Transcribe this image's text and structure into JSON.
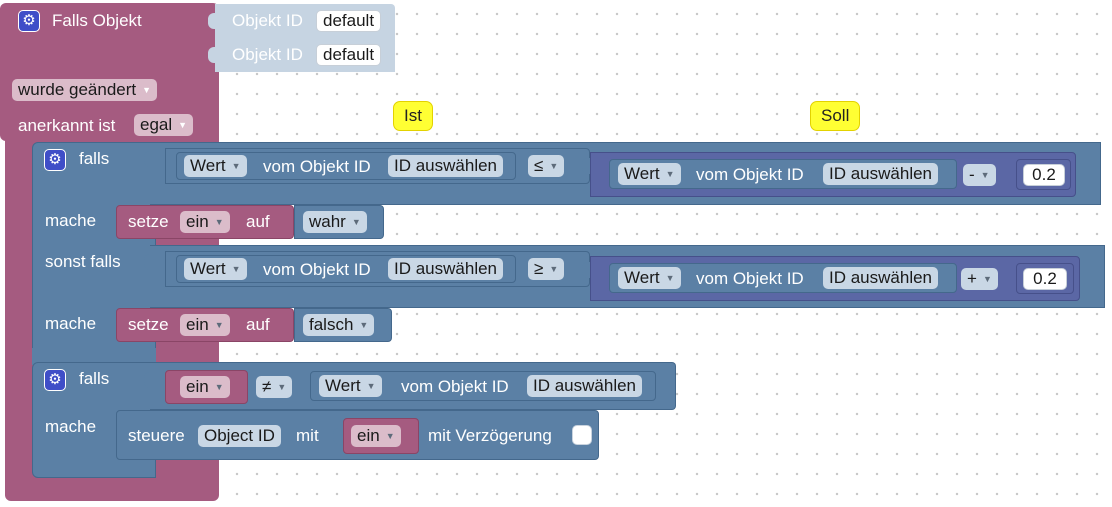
{
  "trigger": {
    "title": "Falls Objekt",
    "object_id_label_1": "Objekt ID",
    "object_id_value_1": "default",
    "object_id_label_2": "Objekt ID",
    "object_id_value_2": "default",
    "changed_dropdown": "wurde geändert",
    "ack_label": "anerkannt ist",
    "ack_dropdown": "egal"
  },
  "comments": {
    "ist": "Ist",
    "soll": "Soll"
  },
  "if1": {
    "if_label": "falls",
    "left": {
      "prop": "Wert",
      "of": "vom Objekt ID",
      "id": "ID auswählen"
    },
    "operator": "≤",
    "right": {
      "prop": "Wert",
      "of": "vom Objekt ID",
      "id": "ID auswählen",
      "op": "-",
      "num": "0.2"
    },
    "do_label": "mache",
    "set": {
      "label": "setze",
      "var": "ein",
      "to": "auf",
      "value": "wahr"
    },
    "elseif_label": "sonst falls",
    "left2": {
      "prop": "Wert",
      "of": "vom Objekt ID",
      "id": "ID auswählen"
    },
    "operator2": "≥",
    "right2": {
      "prop": "Wert",
      "of": "vom Objekt ID",
      "id": "ID auswählen",
      "op": "+",
      "num": "0.2"
    },
    "do_label2": "mache",
    "set2": {
      "label": "setze",
      "var": "ein",
      "to": "auf",
      "value": "falsch"
    }
  },
  "if2": {
    "if_label": "falls",
    "var": "ein",
    "operator": "≠",
    "right": {
      "prop": "Wert",
      "of": "vom Objekt ID",
      "id": "ID auswählen"
    },
    "do_label": "mache",
    "control": {
      "label": "steuere",
      "id": "Object ID",
      "with": "mit",
      "var": "ein",
      "delay_label": "mit Verzögerung",
      "delay_checked": false
    }
  },
  "colors": {
    "event": "#a55b80",
    "logic": "#5b80a5",
    "comment": "#ffff33",
    "gear": "#3f4ec8"
  },
  "icons": {
    "dropdown": "triangle-down",
    "mutator": "gear"
  }
}
